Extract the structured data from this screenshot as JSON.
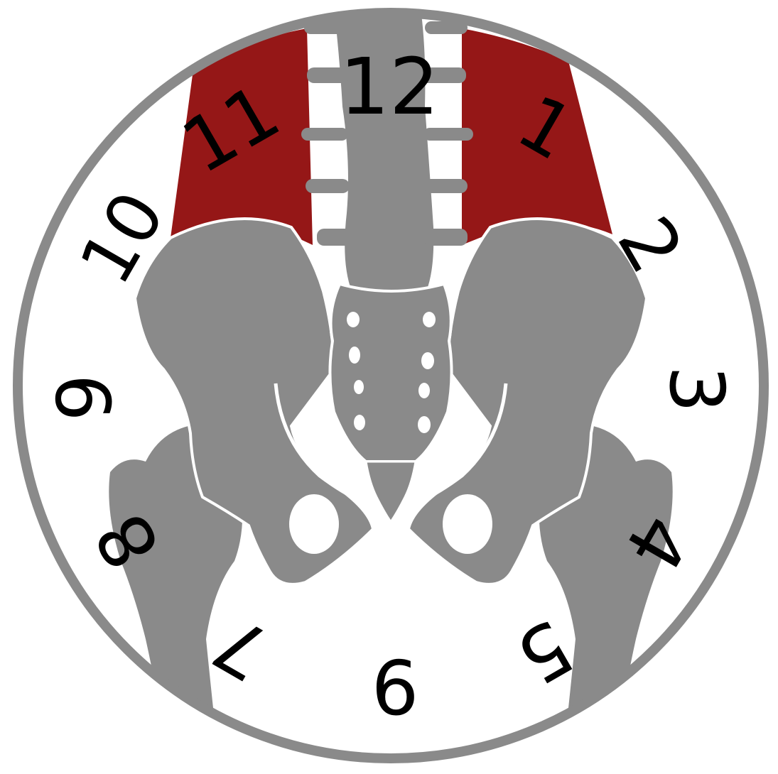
{
  "clock": {
    "numerals": {
      "n1": "1",
      "n2": "2",
      "n3": "3",
      "n4": "4",
      "n5": "5",
      "n6": "6",
      "n7": "7",
      "n8": "8",
      "n9": "9",
      "n10": "10",
      "n11": "11",
      "n12": "12"
    }
  },
  "colors": {
    "bone": "#8a8a8a",
    "muscle": "#951717",
    "rim": "#8a8a8a",
    "background": "#ffffff",
    "numeral": "#000000"
  }
}
